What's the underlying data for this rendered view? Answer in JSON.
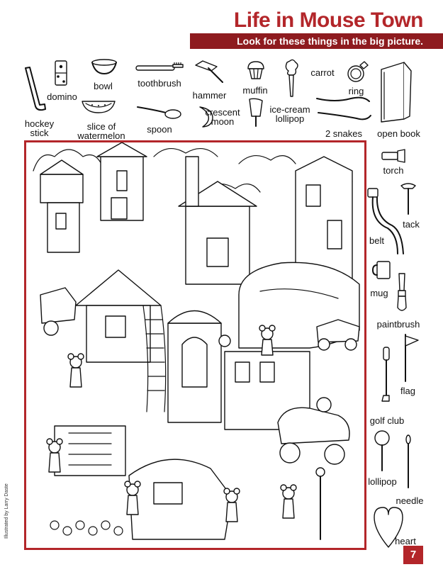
{
  "header": {
    "title": "Life in Mouse Town",
    "subtitle": "Look for these things in the big picture."
  },
  "items": {
    "hockey_stick": "hockey\nstick",
    "domino": "domino",
    "bowl": "bowl",
    "toothbrush": "toothbrush",
    "slice_of_watermelon": "slice of\nwatermelon",
    "spoon": "spoon",
    "hammer": "hammer",
    "muffin": "muffin",
    "crescent_moon": "crescent\nmoon",
    "carrot": "carrot",
    "ice_cream_lollipop": "ice-cream\nlollipop",
    "ring": "ring",
    "two_snakes": "2 snakes",
    "open_book": "open book",
    "torch": "torch",
    "tack": "tack",
    "belt": "belt",
    "mug": "mug",
    "paintbrush": "paintbrush",
    "flag": "flag",
    "golf_club": "golf club",
    "lollipop": "lollipop",
    "needle": "needle",
    "heart": "heart"
  },
  "credit": "Illustrated by Larry Daste",
  "page_number": "7",
  "colors": {
    "accent": "#b3262a",
    "banner": "#8e1b1f"
  }
}
